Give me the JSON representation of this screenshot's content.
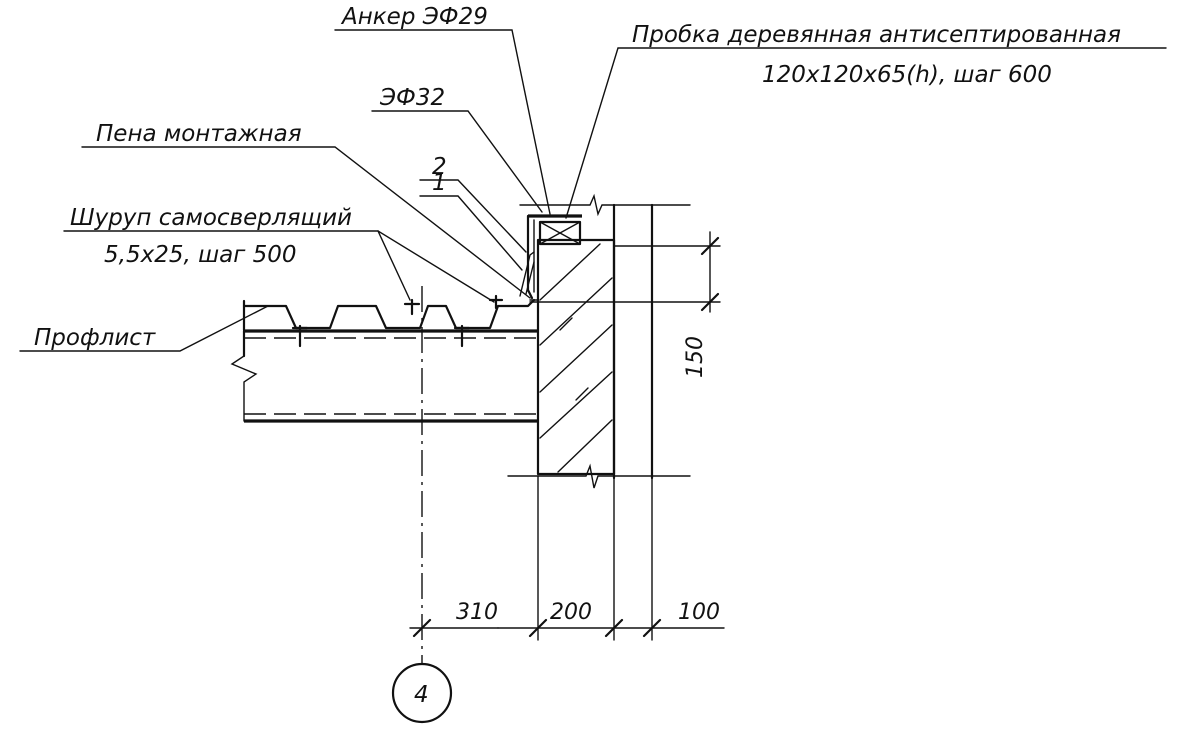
{
  "labels": {
    "anchor": "Анкер ЭФ29",
    "plug_line1": "Пробка деревянная антисептированная",
    "plug_line2": "120х120х65(h), шаг 600",
    "ef32": "ЭФ32",
    "foam": "Пена монтажная",
    "layer2": "2",
    "layer1": "1",
    "screw_line1": "Шуруп самосверлящий",
    "screw_line2": "5,5х25, шаг 500",
    "profile": "Профлист"
  },
  "dimensions": {
    "d310": "310",
    "d200": "200",
    "d100": "100",
    "d150": "150"
  },
  "axis": {
    "marker": "4"
  }
}
